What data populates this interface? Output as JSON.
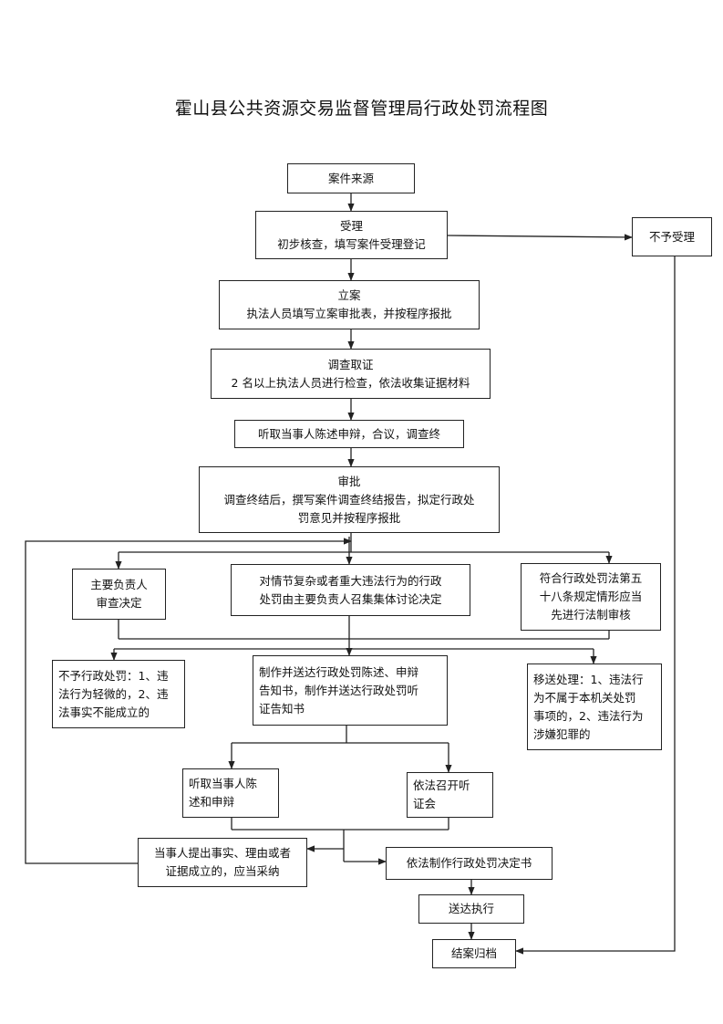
{
  "title": "霍山县公共资源交易监督管理局行政处罚流程图",
  "nodes": {
    "case_source": {
      "lines": [
        "案件来源"
      ]
    },
    "accept": {
      "lines": [
        "受理",
        "初步核查，填写案件受理登记"
      ]
    },
    "not_accept": {
      "lines": [
        "不予受理"
      ]
    },
    "file_case": {
      "lines": [
        "立案",
        "执法人员填写立案审批表，并按程序报批"
      ]
    },
    "investigate": {
      "lines": [
        "调查取证",
        "2 名以上执法人员进行检查，依法收集证据材料"
      ]
    },
    "hear_parties": {
      "lines": [
        "听取当事人陈述申辩，合议，调查终"
      ]
    },
    "approval": {
      "lines": [
        "审批",
        "调查终结后，撰写案件调查终结报告，拟定行政处",
        "罚意见并按程序报批"
      ]
    },
    "head_review": {
      "lines": [
        "主要负责人",
        "审查决定"
      ]
    },
    "collective": {
      "lines": [
        "对情节复杂或者重大违法行为的行政",
        "处罚由主要负责人召集集体讨论决定"
      ]
    },
    "legal_review": {
      "lines": [
        "符合行政处罚法第五",
        "十八条规定情形应当",
        "先进行法制审核"
      ]
    },
    "no_penalty": {
      "lines": [
        "不予行政处罚：1、违",
        "法行为轻微的，2、违",
        "法事实不能成立的"
      ]
    },
    "notice": {
      "lines": [
        "制作并送达行政处罚陈述、申辩",
        "告知书，制作并送达行政处罚听",
        "证告知书"
      ]
    },
    "transfer": {
      "lines": [
        "移送处理：1、违法行",
        "为不属于本机关处罚",
        "事项的，2、违法行为",
        "涉嫌犯罪的"
      ]
    },
    "hear_defense": {
      "lines": [
        "听取当事人陈",
        "述和申辩"
      ]
    },
    "hearing": {
      "lines": [
        "依法召开听",
        "证会"
      ]
    },
    "adopt": {
      "lines": [
        "当事人提出事实、理由或者",
        "证据成立的，应当采纳"
      ]
    },
    "decision": {
      "lines": [
        "依法制作行政处罚决定书"
      ]
    },
    "serve": {
      "lines": [
        "送达执行"
      ]
    },
    "close": {
      "lines": [
        "结案归档"
      ]
    }
  },
  "colors": {
    "line": "#222222",
    "text": "#111111",
    "background": "#ffffff"
  }
}
